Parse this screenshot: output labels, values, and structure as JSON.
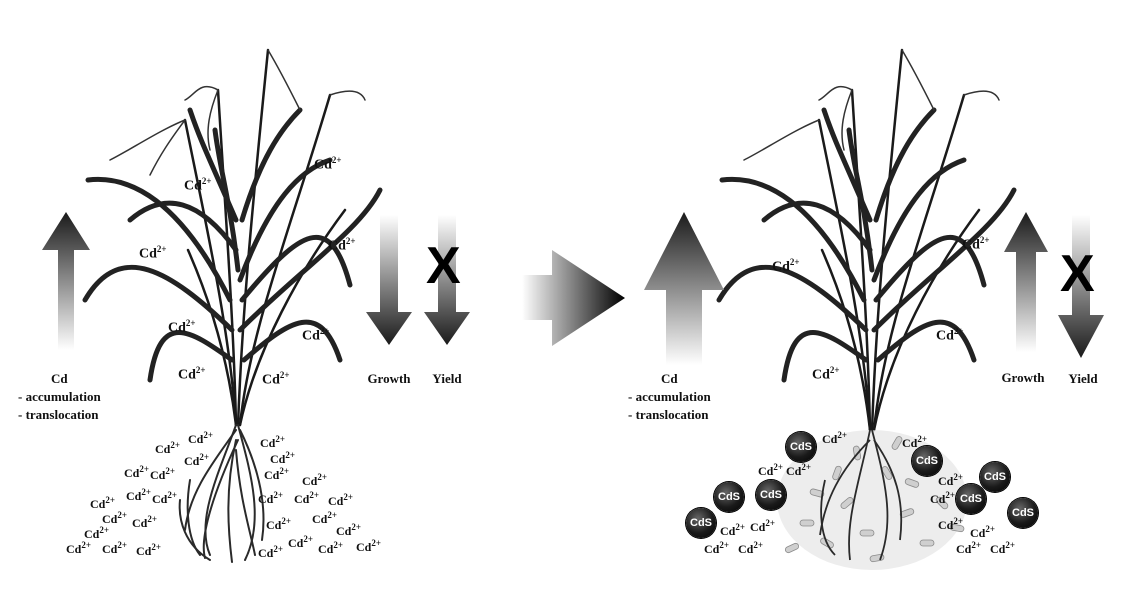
{
  "left_panel": {
    "cd_label": "Cd",
    "accumulation": "- accumulation",
    "translocation": "- translocation",
    "growth": "Growth",
    "yield": "Yield",
    "x_mark": "X",
    "ion": "Cd",
    "charge": "2+"
  },
  "right_panel": {
    "cd_label": "Cd",
    "accumulation": "- accumulation",
    "translocation": "- translocation",
    "growth": "Growth",
    "yield": "Yield",
    "x_mark": "X",
    "cds": "CdS"
  }
}
